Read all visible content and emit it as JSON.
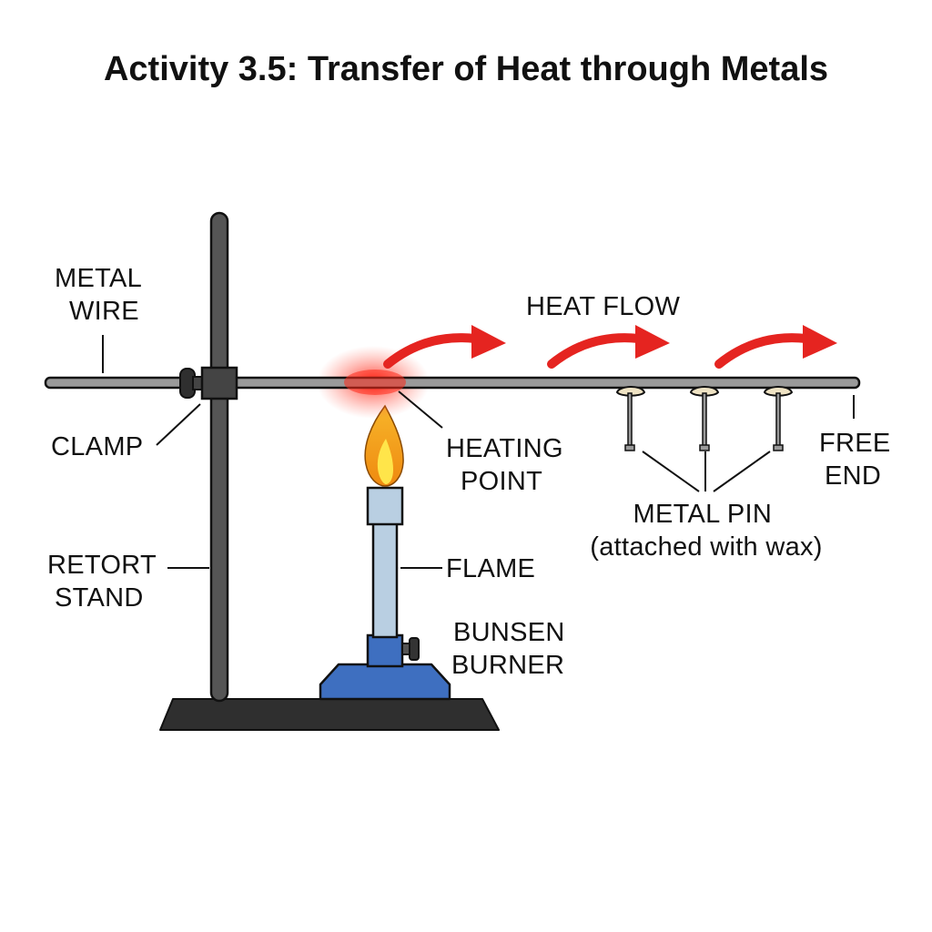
{
  "title": "Activity 3.5: Transfer of Heat through Metals",
  "labels": {
    "metal_wire": [
      "METAL",
      "WIRE"
    ],
    "clamp": "CLAMP",
    "retort_stand": [
      "RETORT",
      "STAND"
    ],
    "heat_flow": "HEAT FLOW",
    "heating_point": [
      "HEATING",
      "POINT"
    ],
    "flame": "FLAME",
    "bunsen_burner": [
      "BUNSEN",
      "BURNER"
    ],
    "free_end": [
      "FREE",
      "END"
    ],
    "metal_pin": [
      "METAL PIN",
      "(attached with wax)"
    ]
  },
  "colors": {
    "outline": "#111111",
    "wire": "#9a9a9a",
    "stand": "#555555",
    "base": "#2f2f2f",
    "burner_tube": "#b9cfe2",
    "burner_body": "#3e6fc0",
    "heat_arrow": "#e52420",
    "heat_glow": "#ff2a1a",
    "flame_outer": "#f6a21a",
    "flame_inner": "#ffe54a",
    "wax": "#efe3c4"
  },
  "icons": [
    "flame-icon",
    "heat-flow-arrow-icon"
  ]
}
